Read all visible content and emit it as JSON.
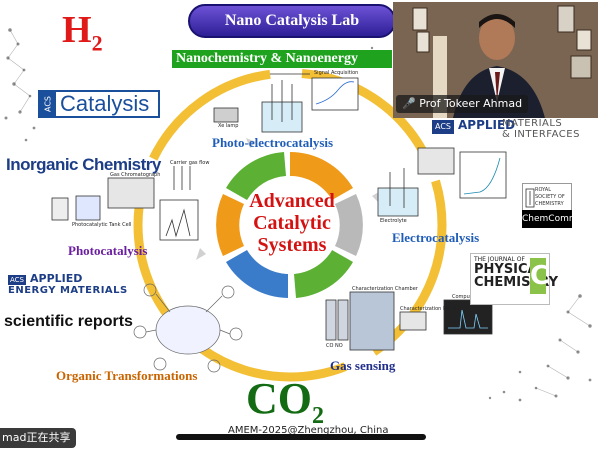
{
  "presentation": {
    "lab_title": "Nano Catalysis Lab",
    "banner": "Nanochemistry & Nanoenergy",
    "h2_main": "H",
    "h2_sub": "2",
    "co2_main": "CO",
    "co2_sub": "2",
    "center_title": "Advanced Catalytic Systems",
    "sections": {
      "photoelectro": "Photo-electrocatalysis",
      "electro": "Electrocatalysis",
      "photo": "Photocatalysis",
      "organic": "Organic Transformations",
      "gas": "Gas sensing"
    },
    "journals": {
      "acs_catalysis_box": "ACS",
      "acs_catalysis_word": "Catalysis",
      "inorganic": "Inorganic Chemistry",
      "acs_ami_box": "ACS",
      "acs_ami_w1": "APPLIED",
      "acs_ami_w2": "MATERIALS",
      "acs_ami_w3": "& INTERFACES",
      "rsc": "ROYAL SOCIETY OF CHEMISTRY",
      "chemcomm": "ChemComm",
      "acs_aem_box": "ACS",
      "acs_aem_w1": "APPLIED",
      "acs_aem_w2": "ENERGY MATERIALS",
      "sci_reports": "scientific reports",
      "jpc_small": "THE JOURNAL OF",
      "jpc_w1": "PHYSICAL",
      "jpc_w2": "CHEMISTRY",
      "jpc_letter": "C"
    },
    "diagram_labels": {
      "xenon_lamp": "Xe lamp",
      "signal_acq": "Signal Acquisition",
      "electrolyte": "Electrolyte",
      "gas_chrom": "Gas Chromatograph",
      "carrier_gas": "Carrier gas flow",
      "photocell": "Photocatalytic Tank Cell",
      "char_chamber": "Characterization Chamber",
      "char_panel": "Characterization Panel",
      "computer": "Computer",
      "co_no": "CO  NO"
    },
    "footer": "AMEM-2025@Zhengzhou, China"
  },
  "meeting": {
    "participant_name": "Prof Tokeer Ahmad",
    "sharing_status": "mad正在共享"
  },
  "colors": {
    "ring_orange": "#f2b81f",
    "segment_orange": "#f09a1a",
    "segment_green": "#5cb135",
    "segment_blue": "#3a7cc9",
    "segment_gray": "#b9b9b9",
    "center_red": "#d41212"
  }
}
